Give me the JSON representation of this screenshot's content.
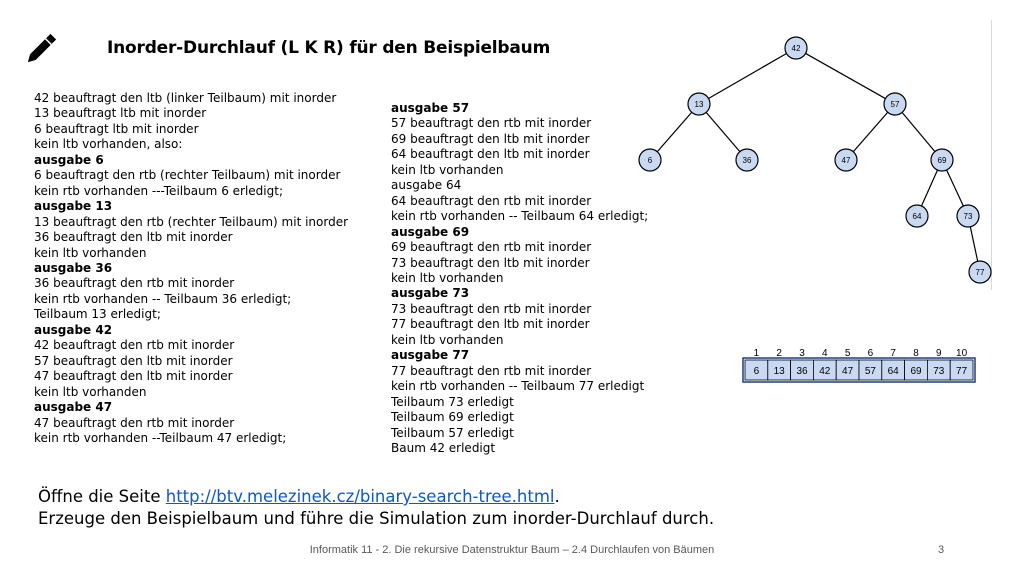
{
  "title": "Inorder-Durchlauf (L K R) für den Beispielbaum",
  "trace_left": [
    {
      "text": "42 beauftragt den ltb (linker Teilbaum) mit inorder",
      "bold": false
    },
    {
      "text": "13 beauftragt ltb mit inorder",
      "bold": false
    },
    {
      "text": "6 beauftragt ltb mit inorder",
      "bold": false
    },
    {
      "text": "kein ltb vorhanden, also:",
      "bold": false
    },
    {
      "text": "ausgabe 6",
      "bold": true
    },
    {
      "text": "6 beauftragt den rtb (rechter Teilbaum) mit inorder",
      "bold": false
    },
    {
      "text": "kein rtb vorhanden ---Teilbaum 6 erledigt;",
      "bold": false
    },
    {
      "text": "ausgabe 13",
      "bold": true
    },
    {
      "text": "13 beauftragt den rtb (rechter Teilbaum) mit inorder",
      "bold": false
    },
    {
      "text": "36 beauftragt den ltb mit inorder",
      "bold": false
    },
    {
      "text": "kein ltb vorhanden",
      "bold": false
    },
    {
      "text": "ausgabe 36",
      "bold": true
    },
    {
      "text": "36 beauftragt den rtb mit inorder",
      "bold": false
    },
    {
      "text": "kein rtb vorhanden -- Teilbaum 36 erledigt;",
      "bold": false
    },
    {
      "text": "Teilbaum 13 erledigt;",
      "bold": false
    },
    {
      "text": "ausgabe 42",
      "bold": true
    },
    {
      "text": "42 beauftragt den rtb mit inorder",
      "bold": false
    },
    {
      "text": "57 beauftragt den ltb mit inorder",
      "bold": false
    },
    {
      "text": "47 beauftragt den ltb mit inorder",
      "bold": false
    },
    {
      "text": "kein ltb vorhanden",
      "bold": false
    },
    {
      "text": "ausgabe 47",
      "bold": true
    },
    {
      "text": "47 beauftragt den rtb mit inorder",
      "bold": false
    },
    {
      "text": "kein rtb vorhanden --Teilbaum 47 erledigt;",
      "bold": false
    }
  ],
  "trace_right": [
    {
      "text": "ausgabe 57",
      "bold": true
    },
    {
      "text": "57 beauftragt den rtb mit inorder",
      "bold": false
    },
    {
      "text": "69 beauftragt den ltb mit inorder",
      "bold": false
    },
    {
      "text": "64 beauftragt den ltb mit inorder",
      "bold": false
    },
    {
      "text": "kein ltb vorhanden",
      "bold": false
    },
    {
      "text": "ausgabe 64",
      "bold": false
    },
    {
      "text": "64 beauftragt den rtb mit inorder",
      "bold": false
    },
    {
      "text": "kein rtb vorhanden -- Teilbaum 64 erledigt;",
      "bold": false
    },
    {
      "text": "ausgabe 69",
      "bold": true
    },
    {
      "text": "69 beauftragt den rtb mit inorder",
      "bold": false
    },
    {
      "text": "73 beauftragt den ltb mit inorder",
      "bold": false
    },
    {
      "text": "kein ltb vorhanden",
      "bold": false
    },
    {
      "text": "ausgabe 73",
      "bold": true
    },
    {
      "text": "73 beauftragt den rtb mit inorder",
      "bold": false
    },
    {
      "text": "77 beauftragt den ltb mit inorder",
      "bold": false
    },
    {
      "text": "kein ltb vorhanden",
      "bold": false
    },
    {
      "text": "ausgabe 77",
      "bold": true
    },
    {
      "text": "77 beauftragt den rtb mit inorder",
      "bold": false
    },
    {
      "text": "kein rtb vorhanden -- Teilbaum 77 erledigt",
      "bold": false
    },
    {
      "text": "Teilbaum 73 erledigt",
      "bold": false
    },
    {
      "text": "Teilbaum 69 erledigt",
      "bold": false
    },
    {
      "text": "Teilbaum 57 erledigt",
      "bold": false
    },
    {
      "text": "Baum 42 erledigt",
      "bold": false
    }
  ],
  "tree": {
    "nodes": [
      "42",
      "13",
      "57",
      "6",
      "36",
      "47",
      "69",
      "64",
      "73",
      "77"
    ],
    "edges": [
      [
        "42",
        "13"
      ],
      [
        "42",
        "57"
      ],
      [
        "13",
        "6"
      ],
      [
        "13",
        "36"
      ],
      [
        "57",
        "47"
      ],
      [
        "57",
        "69"
      ],
      [
        "69",
        "64"
      ],
      [
        "69",
        "73"
      ],
      [
        "73",
        "77"
      ]
    ]
  },
  "array": {
    "indices": [
      "1",
      "2",
      "3",
      "4",
      "5",
      "6",
      "7",
      "8",
      "9",
      "10"
    ],
    "values": [
      "6",
      "13",
      "36",
      "42",
      "47",
      "57",
      "64",
      "69",
      "73",
      "77"
    ]
  },
  "colors": {
    "node_fill": "#c9d9f2",
    "node_stroke": "#000000",
    "array_border": "#1f3f7a",
    "link": "#1155cc",
    "footer": "#595959"
  },
  "instructions": {
    "line1_prefix": "Öffne die Seite ",
    "link": "http://btv.melezinek.cz/binary-search-tree.html",
    "line1_suffix": ".",
    "line2": "Erzeuge den Beispielbaum und führe die Simulation zum inorder-Durchlauf durch."
  },
  "footer": {
    "text": "Informatik 11 - 2. Die rekursive Datenstruktur Baum – 2.4 Durchlaufen von Bäumen",
    "page": "3"
  },
  "icon": "pencil-icon"
}
